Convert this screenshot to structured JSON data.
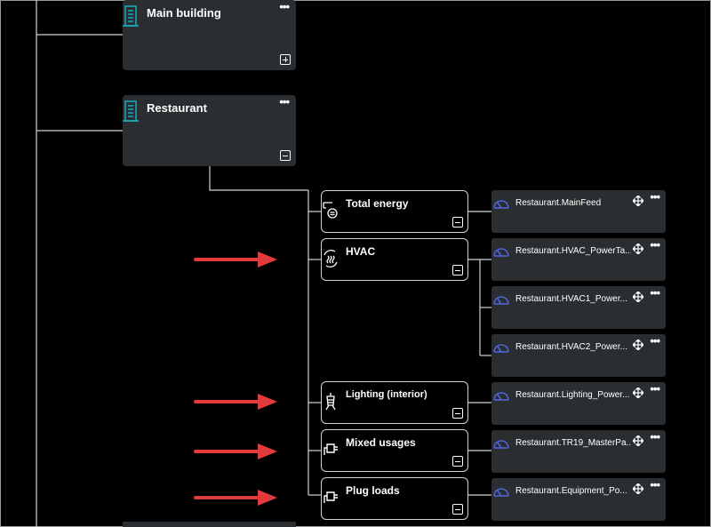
{
  "buildings": [
    {
      "name": "Main building",
      "menu": "•••",
      "toggle": "expand"
    },
    {
      "name": "Restaurant",
      "menu": "•••",
      "toggle": "collapse"
    }
  ],
  "categories": [
    {
      "label": "Total energy",
      "icon": "total-energy-icon"
    },
    {
      "label": "HVAC",
      "icon": "hvac-icon"
    },
    {
      "label": "Lighting (interior)",
      "icon": "lighting-icon"
    },
    {
      "label": "Mixed usages",
      "icon": "plug-icon"
    },
    {
      "label": "Plug loads",
      "icon": "plug-icon"
    }
  ],
  "meters": [
    {
      "label": "Restaurant.MainFeed"
    },
    {
      "label": "Restaurant.HVAC_PowerTa..."
    },
    {
      "label": "Restaurant.HVAC1_Power..."
    },
    {
      "label": "Restaurant.HVAC2_Power..."
    },
    {
      "label": "Restaurant.Lighting_Power..."
    },
    {
      "label": "Restaurant.TR19_MasterPa..."
    },
    {
      "label": "Restaurant.Equipment_Po..."
    }
  ],
  "menu_glyph": "•••",
  "colors": {
    "accent_teal": "#19b4c4",
    "meter_icon": "#4f63d8",
    "arrow_red": "#e23b3b",
    "node_bg": "#2a2e31"
  }
}
